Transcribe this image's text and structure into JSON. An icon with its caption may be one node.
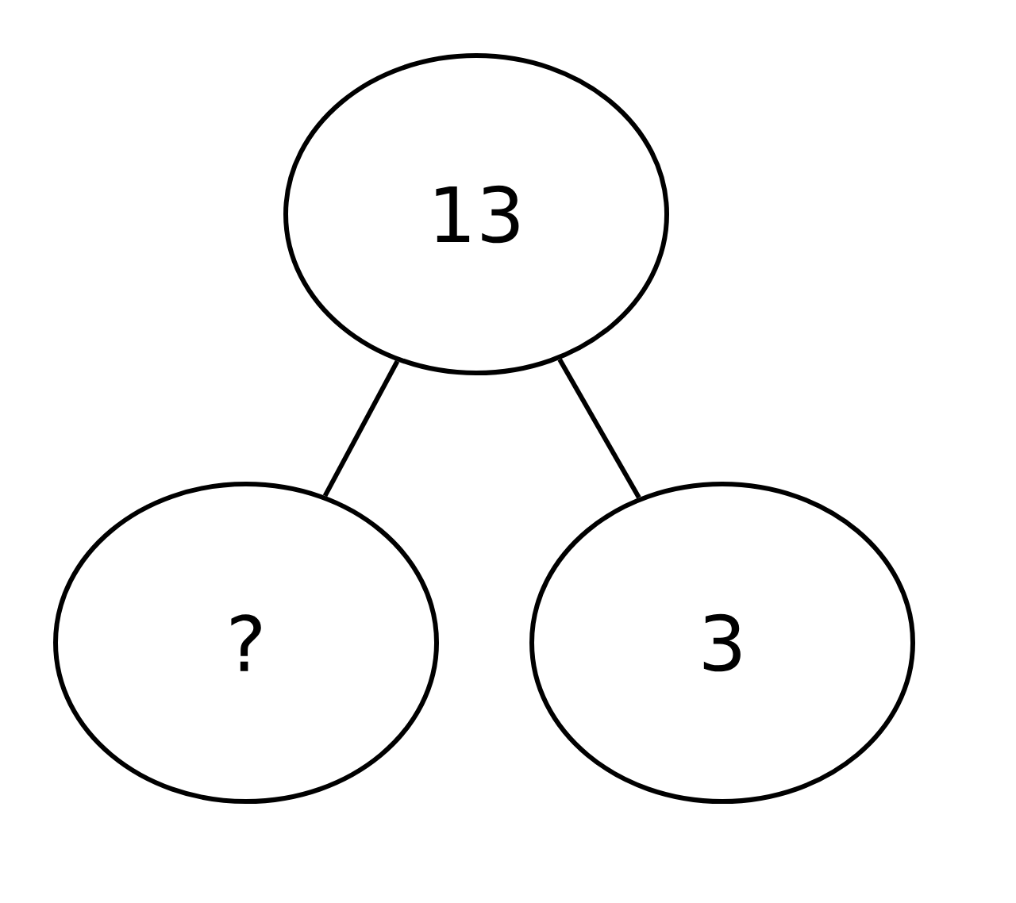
{
  "diagram": {
    "nodes": [
      {
        "text": [
          "13"
        ]
      },
      {
        "text": [
          "?"
        ]
      },
      {
        "text": [
          "3"
        ]
      }
    ],
    "edges": [
      {
        "from": 0,
        "to": 1,
        "arrow": "none"
      },
      {
        "from": 0,
        "to": 2,
        "arrow": "none"
      }
    ]
  }
}
